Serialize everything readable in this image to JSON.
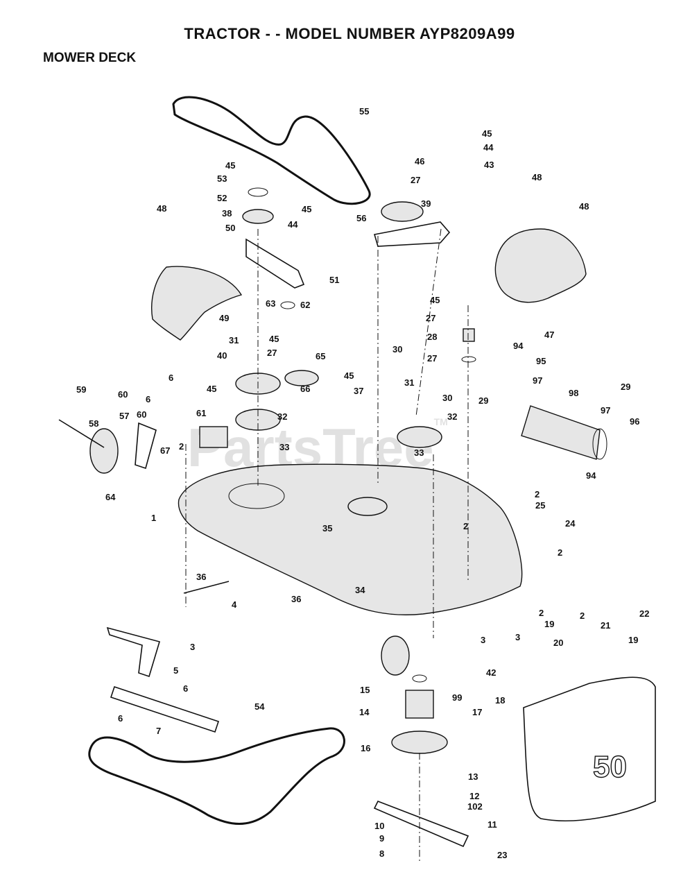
{
  "header": {
    "title": "TRACTOR - - MODEL NUMBER AYP8209A99",
    "section": "MOWER DECK"
  },
  "watermark": {
    "text": "PartsTree",
    "tm": "TM"
  },
  "deck_badge": "50",
  "callouts": [
    "55",
    "45",
    "46",
    "44",
    "43",
    "27",
    "39",
    "45",
    "53",
    "52",
    "44",
    "38",
    "56",
    "50",
    "48",
    "48",
    "48",
    "45",
    "51",
    "63",
    "62",
    "49",
    "47",
    "45",
    "27",
    "28",
    "27",
    "94",
    "95",
    "31",
    "45",
    "40",
    "27",
    "65",
    "30",
    "31",
    "30",
    "97",
    "98",
    "29",
    "29",
    "6",
    "45",
    "45",
    "37",
    "60",
    "66",
    "32",
    "32",
    "59",
    "58",
    "60",
    "6",
    "57",
    "61",
    "2",
    "33",
    "33",
    "97",
    "96",
    "67",
    "64",
    "1",
    "94",
    "2",
    "25",
    "35",
    "24",
    "2",
    "2",
    "36",
    "34",
    "4",
    "36",
    "3",
    "3",
    "2",
    "2",
    "22",
    "19",
    "21",
    "19",
    "20",
    "3",
    "42",
    "5",
    "99",
    "15",
    "6",
    "14",
    "18",
    "17",
    "7",
    "6",
    "54",
    "16",
    "13",
    "12",
    "102",
    "11",
    "10",
    "9",
    "8",
    "23"
  ]
}
